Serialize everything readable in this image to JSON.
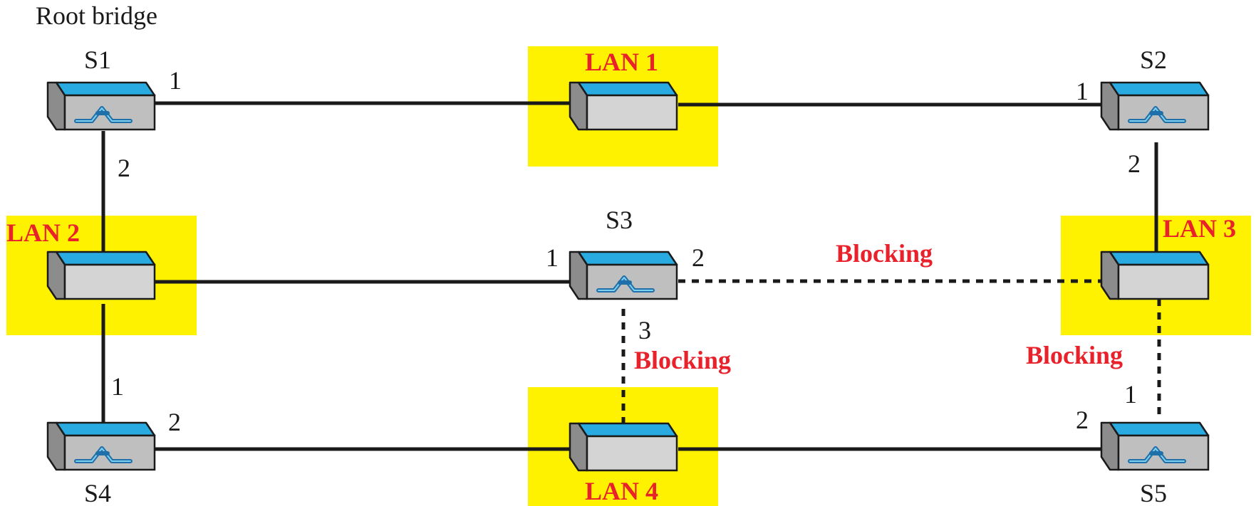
{
  "header": {
    "root_label": "Root bridge"
  },
  "colors": {
    "lan_highlight": "#fff200",
    "blocking_text": "#e8212b",
    "device_top": "#29abe2"
  },
  "lans": [
    {
      "id": "lan1",
      "label": "LAN 1"
    },
    {
      "id": "lan2",
      "label": "LAN 2"
    },
    {
      "id": "lan3",
      "label": "LAN 3"
    },
    {
      "id": "lan4",
      "label": "LAN 4"
    }
  ],
  "switches": [
    {
      "id": "s1",
      "label": "S1"
    },
    {
      "id": "s2",
      "label": "S2"
    },
    {
      "id": "s3",
      "label": "S3"
    },
    {
      "id": "s4",
      "label": "S4"
    },
    {
      "id": "s5",
      "label": "S5"
    }
  ],
  "ports": {
    "s1_p1": "1",
    "s1_p2": "2",
    "s2_p1": "1",
    "s2_p2": "2",
    "s3_p1": "1",
    "s3_p2": "2",
    "s3_p3": "3",
    "s4_p1": "1",
    "s4_p2": "2",
    "s5_p1": "1",
    "s5_p2": "2"
  },
  "blocking": [
    {
      "id": "s3-lan3",
      "label": "Blocking"
    },
    {
      "id": "s3-lan4",
      "label": "Blocking"
    },
    {
      "id": "s5-lan3",
      "label": "Blocking"
    }
  ],
  "icons": {
    "switch": "switch-icon",
    "hub": "lan-hub-icon"
  }
}
